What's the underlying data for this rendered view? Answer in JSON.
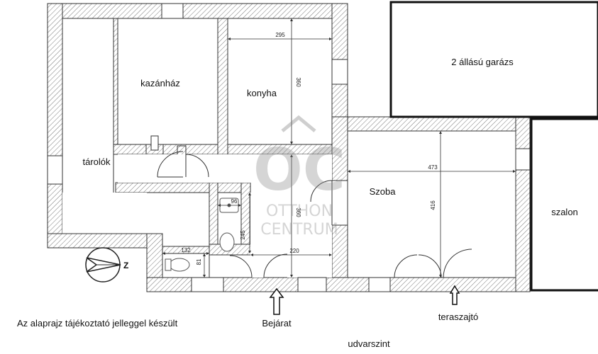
{
  "rooms": {
    "kazanhaz": "kazánház",
    "konyha": "konyha",
    "tarolok": "tárolók",
    "szoba": "Szoba",
    "garazs": "2 állású garázs",
    "szalon": "szalon"
  },
  "dimensions": {
    "konyha_width": "295",
    "konyha_height": "360",
    "corridor_height": "360",
    "szoba_width": "473",
    "szoba_height": "416",
    "bath_width": "96",
    "bath_height": "245",
    "wc_width": "132",
    "wc_height": "81",
    "hall_width": "220"
  },
  "annotations": {
    "note": "Az alaprajz tájékoztató jelleggel készült",
    "entrance": "Bejárat",
    "terrace_door": "teraszajtó",
    "level": "udvarszint",
    "compass_letter": "Z"
  },
  "watermark": {
    "logo": "OC",
    "line1": "OTTHON",
    "line2": "CENTRUM"
  }
}
